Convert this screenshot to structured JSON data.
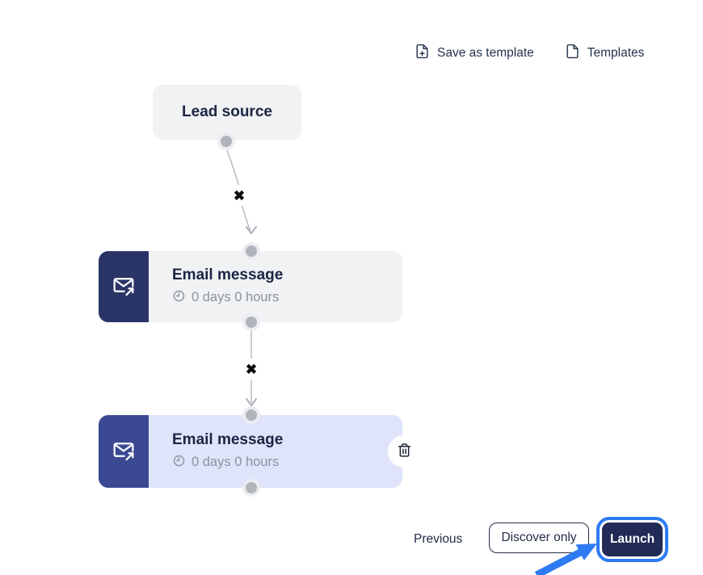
{
  "toolbar": {
    "save_as_template": "Save as template",
    "templates": "Templates"
  },
  "flow": {
    "lead_source_label": "Lead source",
    "connector_x": "✖",
    "steps": [
      {
        "title": "Email message",
        "delay": "0 days 0 hours",
        "selected": false
      },
      {
        "title": "Email message",
        "delay": "0 days 0 hours",
        "selected": true
      }
    ]
  },
  "footer": {
    "previous_label": "Previous",
    "discover_only_label": "Discover only",
    "launch_label": "Launch"
  },
  "icons": {
    "save_as_template": "file-plus-icon",
    "templates": "file-icon",
    "step": "email-send-icon",
    "delay": "clock-icon",
    "delete_step": "trash-icon"
  },
  "colors": {
    "step_icon_navy": "#2a3467",
    "step_icon_indigo": "#3b4992",
    "node_gray": "#f0f2f4",
    "node_selected_lavender": "#dfe4fb",
    "text_dark": "#1c2544",
    "text_muted": "#8d929c",
    "connector_gray": "#b1b4bb",
    "launch_navy": "#222b55",
    "highlight_blue": "#2e7bf3"
  }
}
